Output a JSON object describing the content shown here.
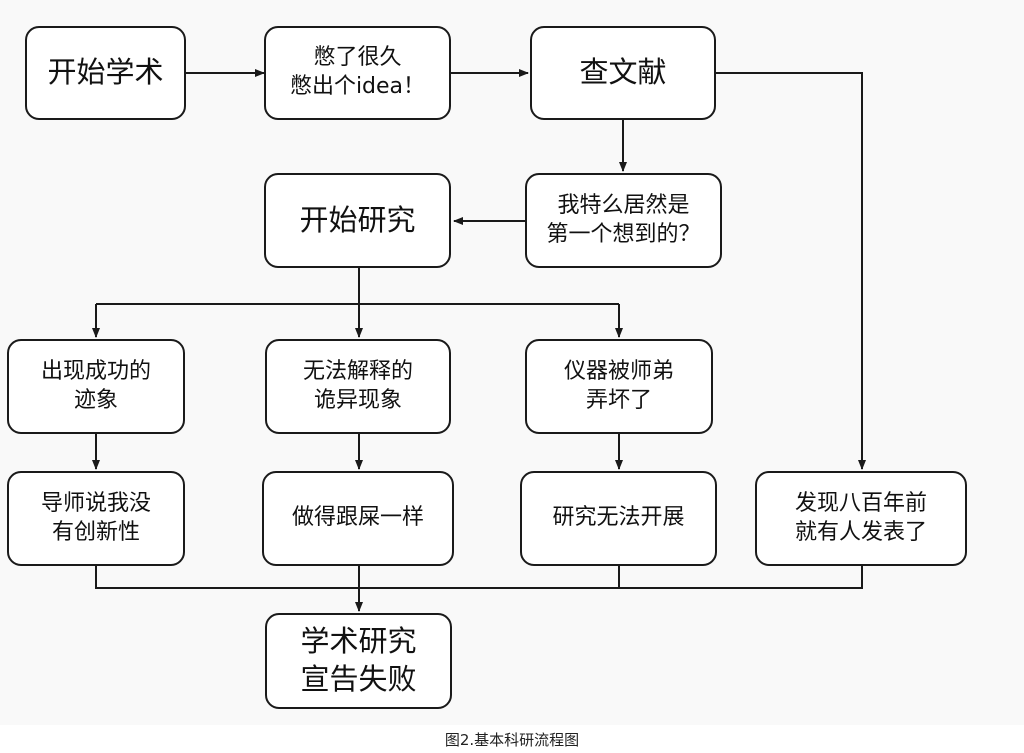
{
  "nodes": {
    "start_academia": [
      "开始学术"
    ],
    "idea": [
      "憋了很久",
      "憋出个idea！"
    ],
    "literature": [
      "查文献"
    ],
    "first_one": [
      "我特么居然是",
      "第一个想到的？"
    ],
    "start_research": [
      "开始研究"
    ],
    "success_signs": [
      "出现成功的",
      "迹象"
    ],
    "weird_phenomena": [
      "无法解释的",
      "诡异现象"
    ],
    "broken_instrument": [
      "仪器被师弟",
      "弄坏了"
    ],
    "advisor_no_novelty": [
      "导师说我没",
      "有创新性"
    ],
    "crap": [
      "做得跟屎一样"
    ],
    "cannot_proceed": [
      "研究无法开展"
    ],
    "already_published": [
      "发现八百年前",
      "就有人发表了"
    ],
    "failure": [
      "学术研究",
      "宣告失败"
    ]
  },
  "caption": "图2.基本科研流程图"
}
